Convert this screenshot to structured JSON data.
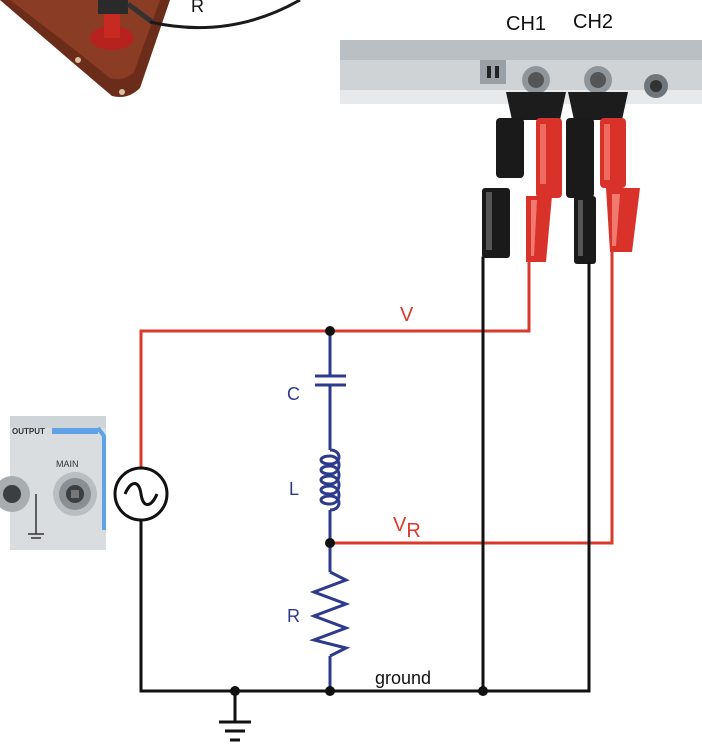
{
  "scope": {
    "ch1_label": "CH1",
    "ch2_label": "CH2"
  },
  "resistor_box": {
    "label": "R"
  },
  "generator": {
    "output_label": "OUTPUT",
    "main_label": "MAIN"
  },
  "circuit": {
    "capacitor_label": "C",
    "inductor_label": "L",
    "resistor_label": "R",
    "v_label": "V",
    "vr_label_main": "V",
    "vr_label_sub": "R",
    "ground_label": "ground"
  },
  "colors": {
    "signal_wire": "#d93a2b",
    "ground_wire": "#111111",
    "component": "#2e3a8c",
    "label_blue": "#2e3a8c",
    "label_red": "#d93a2b"
  }
}
